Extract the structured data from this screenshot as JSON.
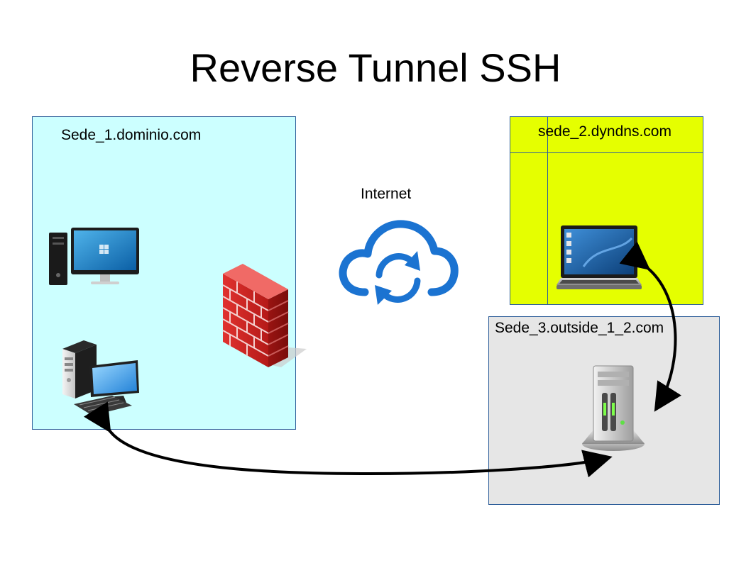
{
  "diagram": {
    "title": "Reverse Tunnel SSH",
    "nodes": {
      "sede_1": {
        "label": "Sede_1.dominio.com",
        "color": "#ccffff"
      },
      "sede_2": {
        "label": "sede_2.dyndns.com",
        "color": "#e5ff00"
      },
      "sede_3": {
        "label": "Sede_3.outside_1_2.com",
        "color": "#e6e6e6"
      },
      "internet": {
        "label": "Internet"
      }
    },
    "icons": [
      "desktop-pc-icon",
      "firewall-icon",
      "workstation-icon",
      "cloud-sync-icon",
      "laptop-icon",
      "server-icon"
    ],
    "connections": [
      {
        "from": "sede_1",
        "to": "sede_3",
        "type": "bidirectional-arrow"
      },
      {
        "from": "sede_2",
        "to": "sede_3",
        "type": "bidirectional-arrow"
      }
    ]
  }
}
